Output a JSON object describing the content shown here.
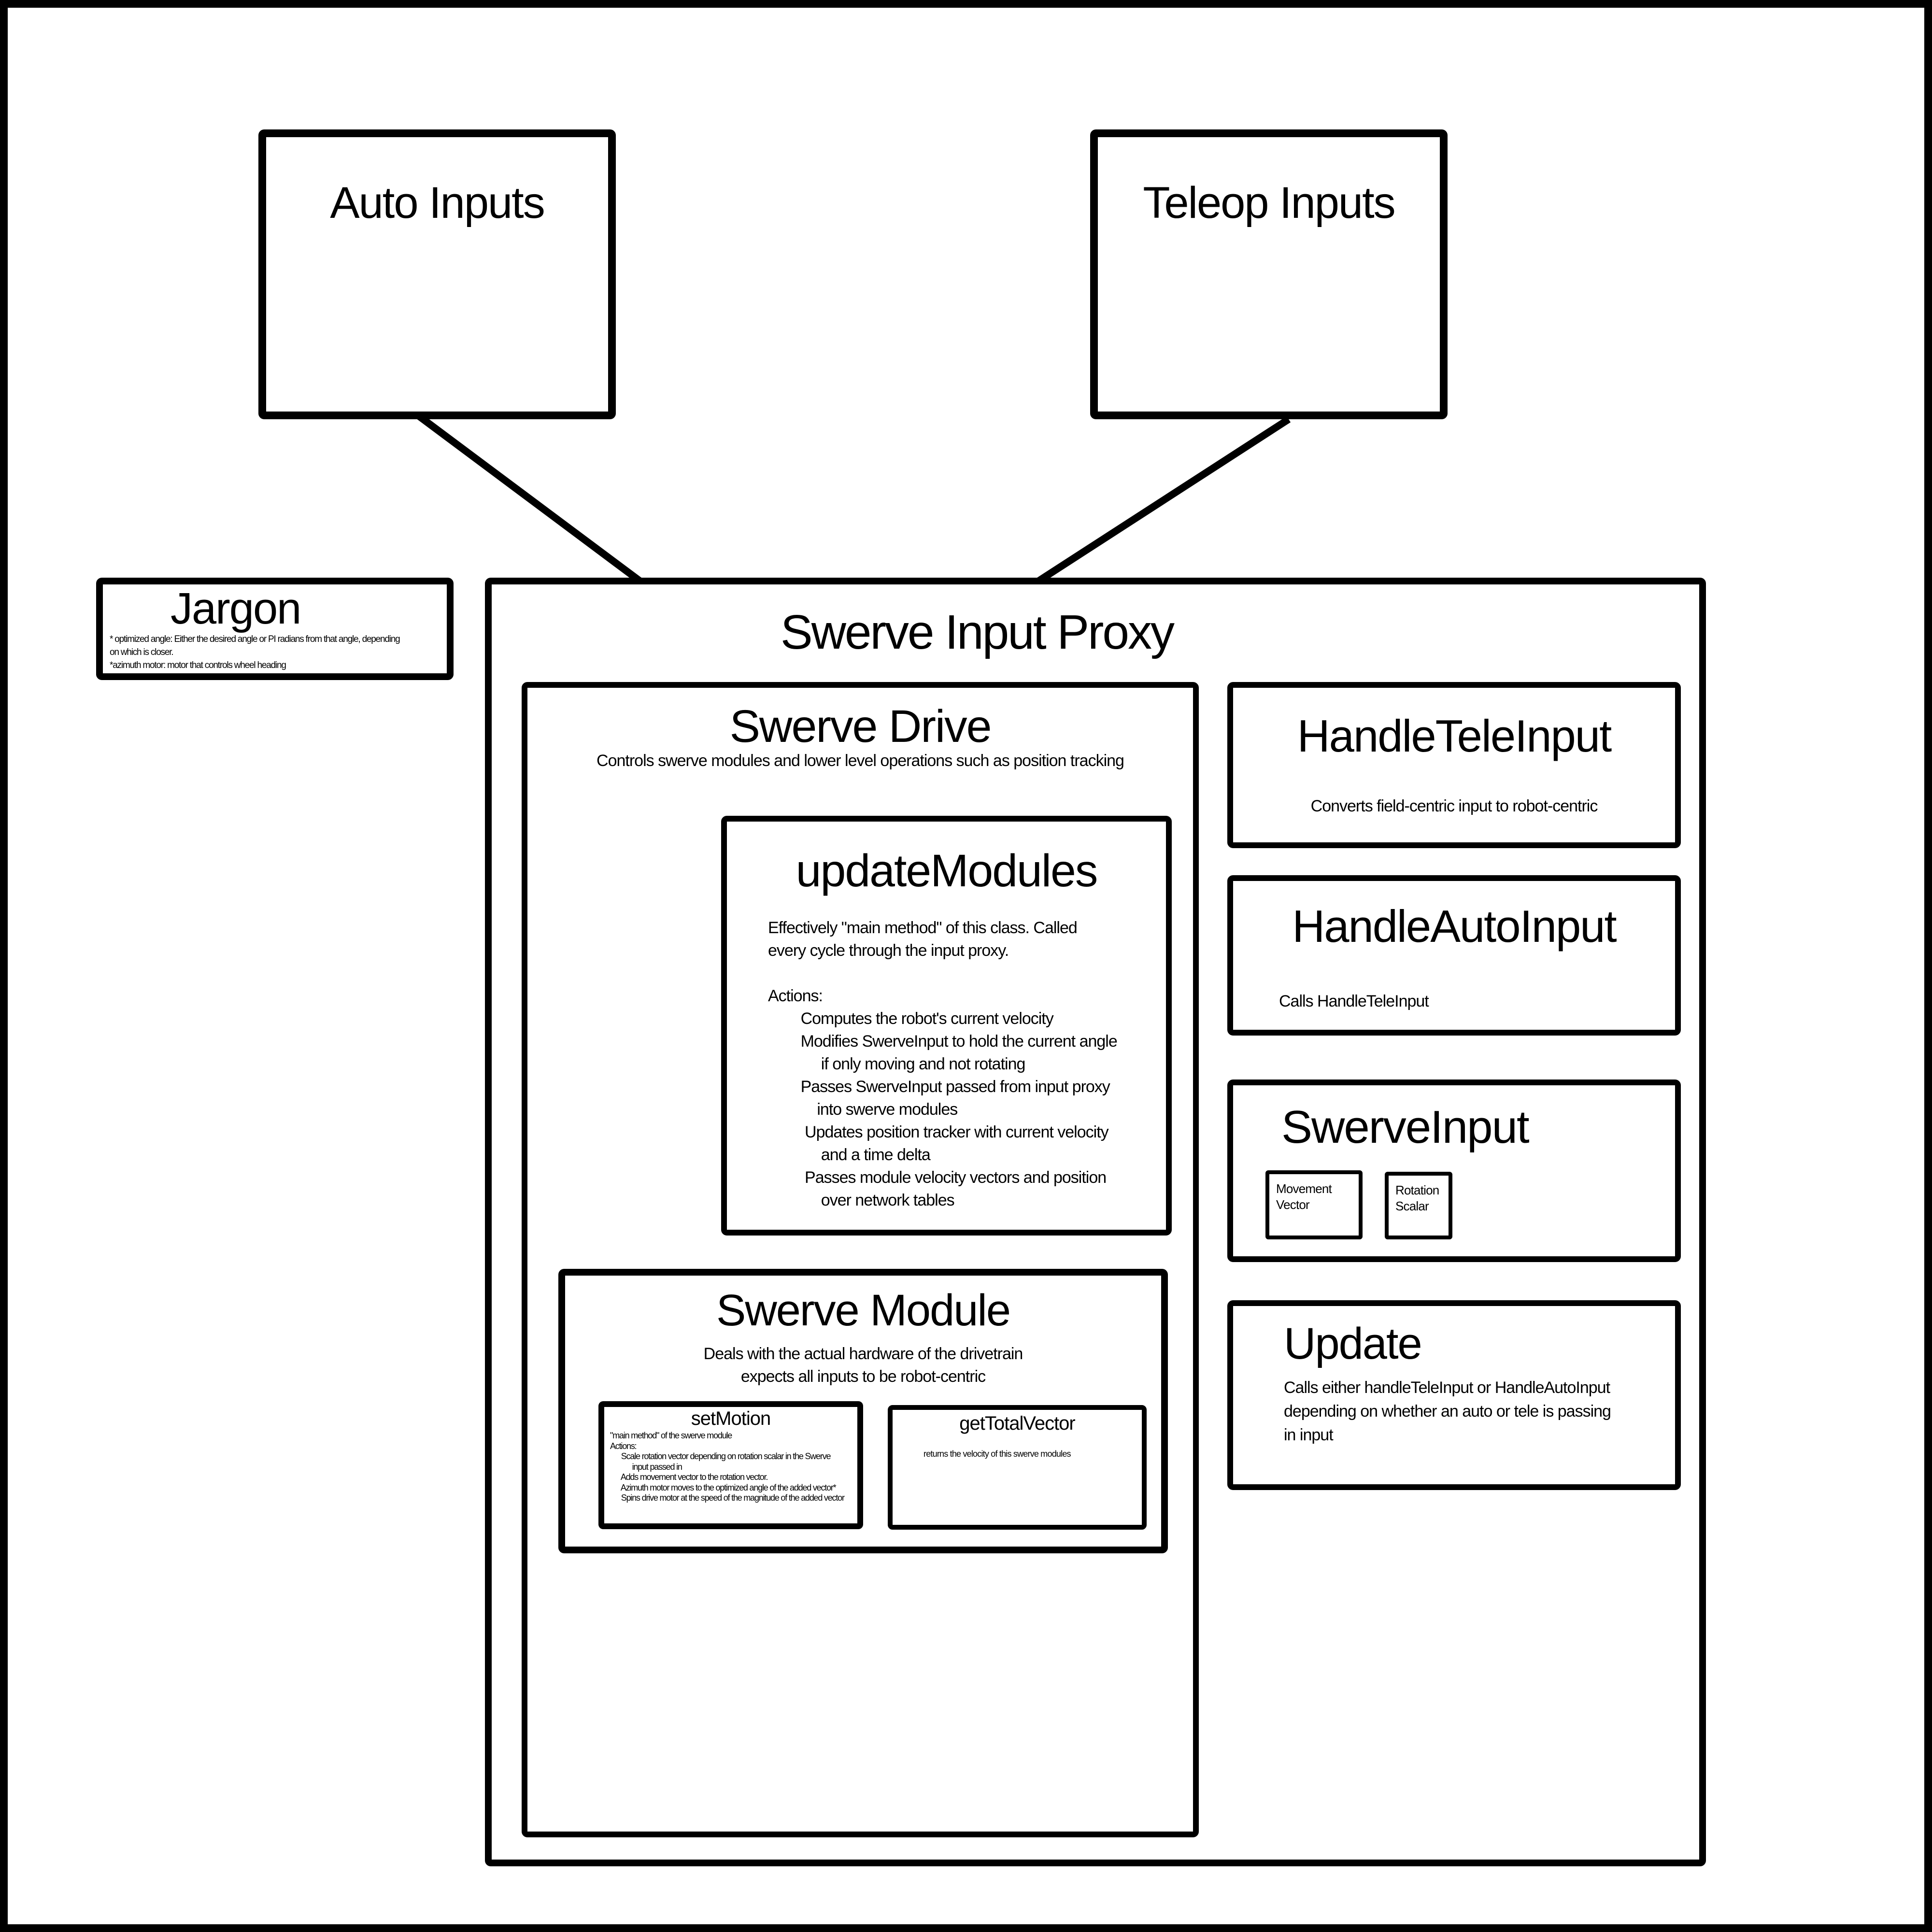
{
  "colors": {
    "ink": "#000000",
    "paper": "#ffffff"
  },
  "auto_inputs": {
    "title": "Auto Inputs"
  },
  "teleop_inputs": {
    "title": "Teleop Inputs"
  },
  "jargon": {
    "title": "Jargon",
    "body": "* optimized angle: Either the desired angle or PI radians from that angle, depending\non which is closer.\n*azimuth motor: motor that controls wheel heading"
  },
  "proxy": {
    "title": "Swerve Input Proxy",
    "swerve_drive": {
      "title": "Swerve Drive",
      "subtitle": "Controls swerve modules and lower level operations such as position tracking",
      "update_modules": {
        "title": "updateModules",
        "body": "Effectively \"main method\" of this class. Called\nevery cycle through the input proxy.\n\nActions:\n        Computes the robot's current velocity\n        Modifies SwerveInput to hold the current angle\n             if only moving and not rotating\n        Passes SwerveInput passed from input proxy\n            into swerve modules\n         Updates position tracker with current velocity\n             and a time delta\n         Passes module velocity vectors and position\n             over network tables"
      },
      "swerve_module": {
        "title": "Swerve Module",
        "subtitle": "Deals with the actual hardware of the drivetrain\nexpects all inputs to be robot-centric",
        "set_motion": {
          "title": "setMotion",
          "body": "\"main method\" of the swerve module\nActions:\n      Scale rotation vector depending on rotation scalar in the Swerve\n            input passed in\n      Adds movement vector to the rotation vector.\n      Azimuth motor moves to the optimized angle of the added vector*\n      Spins drive motor at the speed of the magnitude of the added vector"
        },
        "get_total_vector": {
          "title": "getTotalVector",
          "body": "returns the velocity of this swerve modules"
        }
      }
    },
    "handle_tele_input": {
      "title": "HandleTeleInput",
      "body": "Converts field-centric input to robot-centric"
    },
    "handle_auto_input": {
      "title": "HandleAutoInput",
      "body": "Calls HandleTeleInput"
    },
    "swerve_input": {
      "title": "SwerveInput",
      "movement_vector": "Movement Vector",
      "rotation_scalar": "Rotation Scalar"
    },
    "update": {
      "title": "Update",
      "body": "Calls either handleTeleInput or HandleAutoInput\ndepending on whether an auto or tele is passing\nin input"
    }
  }
}
